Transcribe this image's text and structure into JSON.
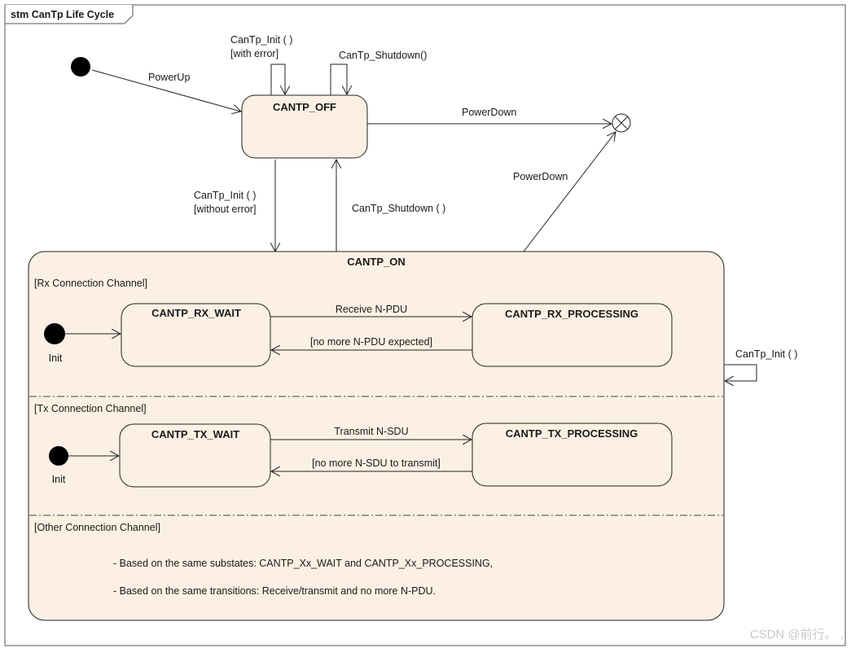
{
  "frame": {
    "title": "stm CanTp Life Cycle"
  },
  "states": {
    "off": "CANTP_OFF",
    "on": "CANTP_ON",
    "rx_wait": "CANTP_RX_WAIT",
    "rx_processing": "CANTP_RX_PROCESSING",
    "tx_wait": "CANTP_TX_WAIT",
    "tx_processing": "CANTP_TX_PROCESSING"
  },
  "regions": {
    "rx": "[Rx Connection Channel]",
    "tx": "[Tx Connection Channel]",
    "other": "[Other Connection Channel]"
  },
  "transitions": {
    "power_up": "PowerUp",
    "init_error_1": "CanTp_Init ( )",
    "init_error_2": "[with error]",
    "shutdown_self": "CanTp_Shutdown()",
    "power_down_off": "PowerDown",
    "power_down_on": "PowerDown",
    "init_ok_1": "CanTp_Init ( )",
    "init_ok_2": "[without error]",
    "shutdown_on": "CanTp_Shutdown ( )",
    "init_on_self": "CanTp_Init ( )",
    "receive": "Receive N-PDU",
    "no_more_pdu": "[no more N-PDU expected]",
    "transmit": "Transmit N-SDU",
    "no_more_sdu": "[no more N-SDU to transmit]",
    "rx_init": "Init",
    "tx_init": "Init"
  },
  "notes": {
    "line1": "- Based on the same substates: CANTP_Xx_WAIT and CANTP_Xx_PROCESSING,",
    "line2": "- Based on the same transitions: Receive/transmit and no more N-PDU."
  },
  "watermark": "CSDN @前行。 ,"
}
